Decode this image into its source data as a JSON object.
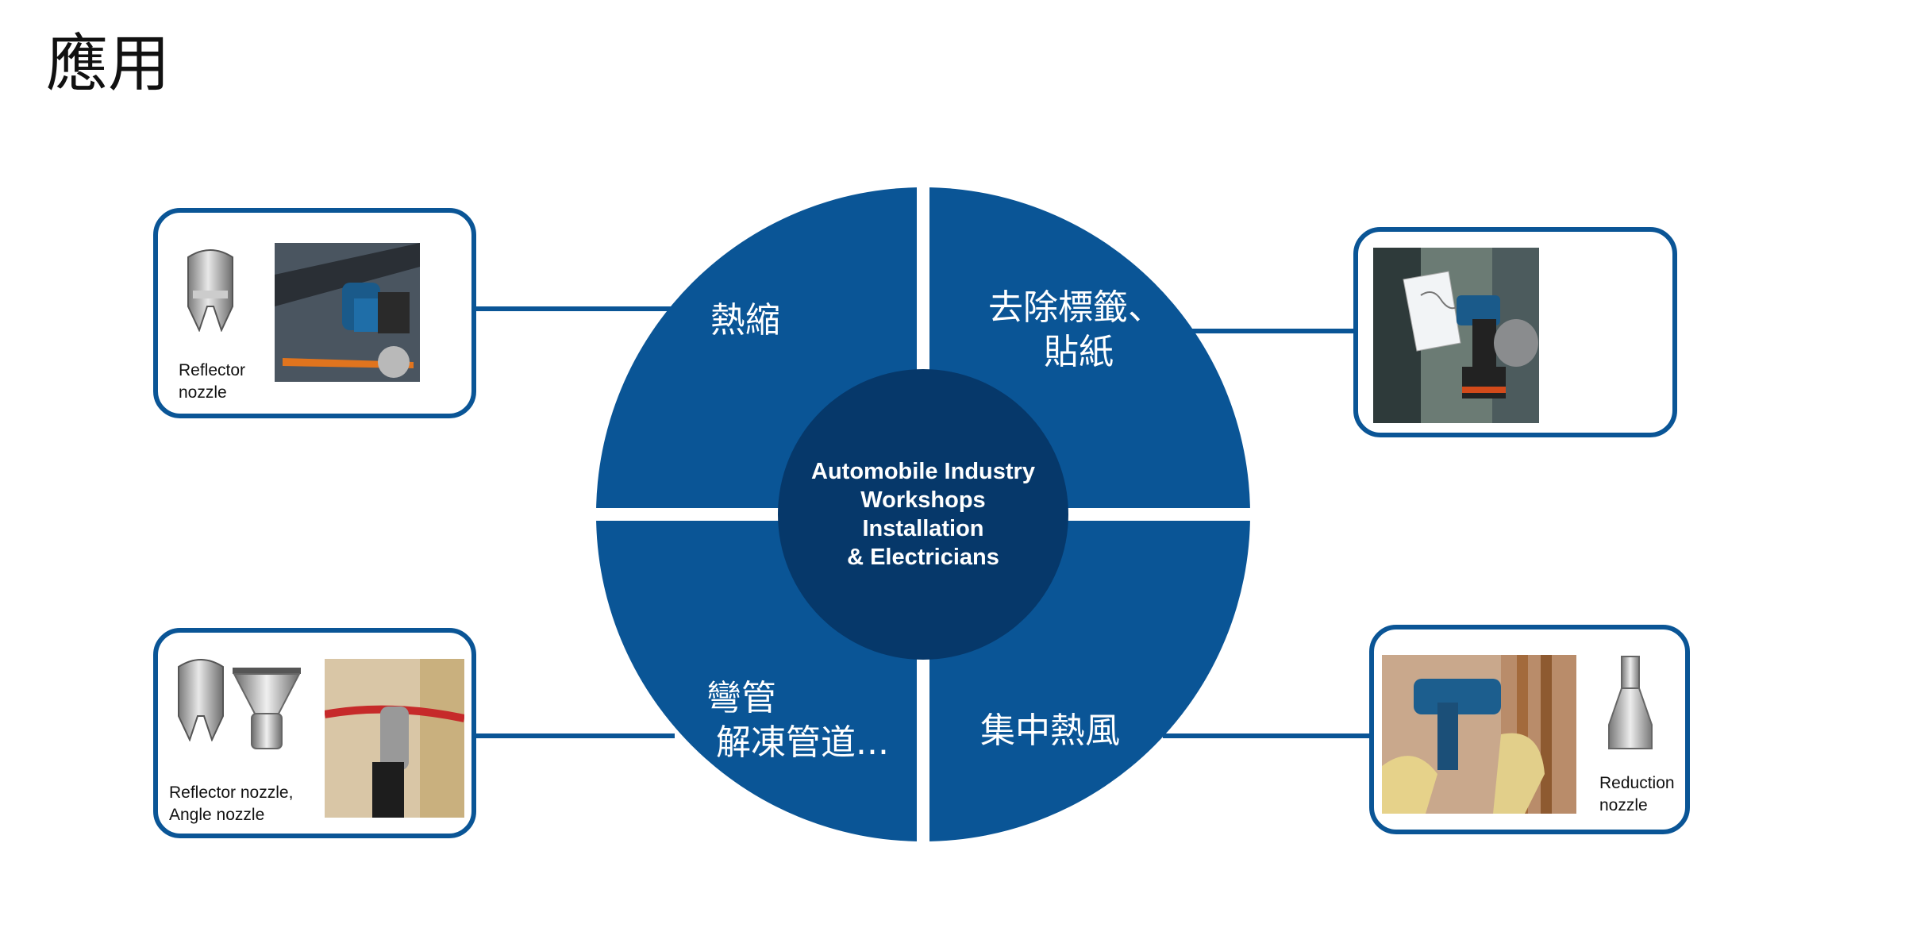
{
  "page": {
    "title": "應用"
  },
  "hub": {
    "lines": [
      "Automobile Industry",
      "Workshops",
      "Installation",
      "& Electricians"
    ]
  },
  "segments": [
    {
      "id": "top-left",
      "lines": [
        "熱縮"
      ]
    },
    {
      "id": "top-right",
      "lines": [
        "去除標籤、",
        "貼紙"
      ]
    },
    {
      "id": "bottom-left",
      "lines": [
        "彎管",
        "解凍管道..."
      ]
    },
    {
      "id": "bottom-right",
      "lines": [
        "集中熱風"
      ]
    }
  ],
  "cards": [
    {
      "id": "top-left",
      "caption": [
        "Reflector",
        "nozzle"
      ]
    },
    {
      "id": "top-right",
      "caption": []
    },
    {
      "id": "bottom-left",
      "caption": [
        "Reflector nozzle,",
        "Angle nozzle"
      ]
    },
    {
      "id": "bottom-right",
      "caption": [
        "Reduction",
        "nozzle"
      ]
    }
  ],
  "colors": {
    "ring": "#0a5596",
    "hub": "#06386a",
    "connector": "#0a5596",
    "card_border": "#0a5596"
  }
}
